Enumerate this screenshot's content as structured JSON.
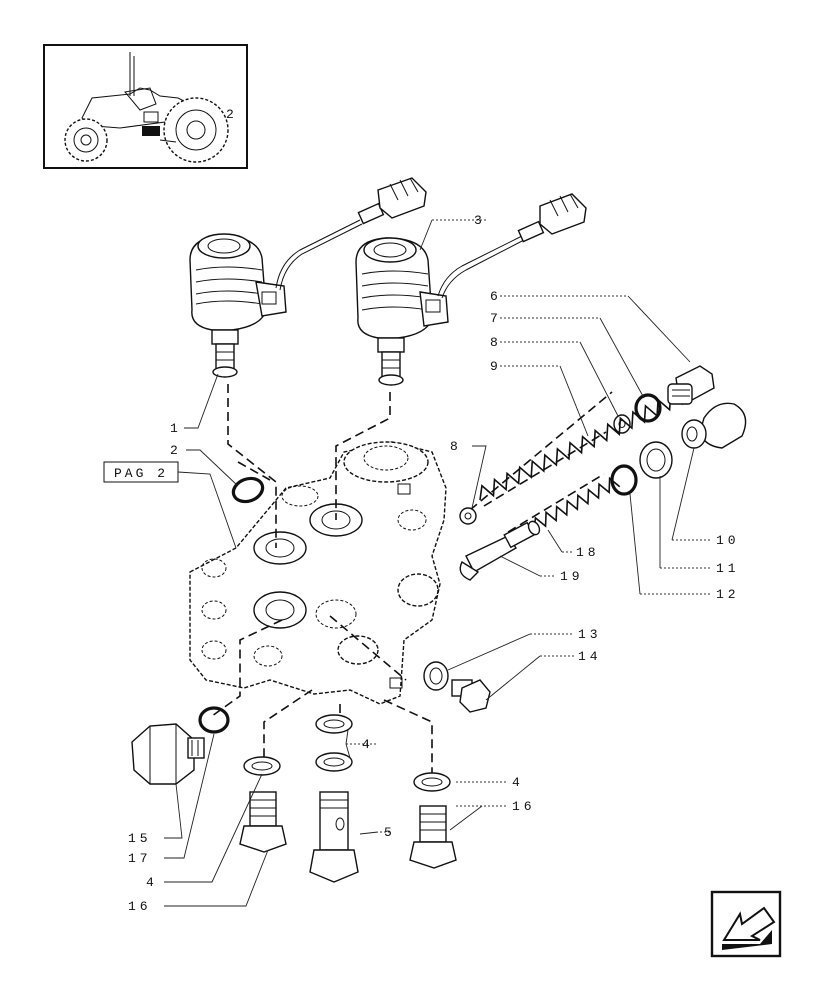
{
  "reference_box": {
    "text": "PAG 2"
  },
  "callouts": [
    {
      "id": "c1",
      "text": "1"
    },
    {
      "id": "c2",
      "text": "2"
    },
    {
      "id": "c3",
      "text": "3"
    },
    {
      "id": "c4a",
      "text": "4"
    },
    {
      "id": "c4b",
      "text": "4"
    },
    {
      "id": "c4c",
      "text": "4"
    },
    {
      "id": "c5",
      "text": "5"
    },
    {
      "id": "c6",
      "text": "6"
    },
    {
      "id": "c7",
      "text": "7"
    },
    {
      "id": "c8a",
      "text": "8"
    },
    {
      "id": "c8b",
      "text": "8"
    },
    {
      "id": "c9",
      "text": "9"
    },
    {
      "id": "c10",
      "text": "10"
    },
    {
      "id": "c11",
      "text": "11"
    },
    {
      "id": "c12",
      "text": "12"
    },
    {
      "id": "c13",
      "text": "13"
    },
    {
      "id": "c14",
      "text": "14"
    },
    {
      "id": "c15",
      "text": "15"
    },
    {
      "id": "c16a",
      "text": "16"
    },
    {
      "id": "c16b",
      "text": "16"
    },
    {
      "id": "c17",
      "text": "17"
    },
    {
      "id": "c18",
      "text": "18"
    },
    {
      "id": "c19",
      "text": "19"
    }
  ],
  "thumbnail": {
    "marker_text": "2"
  },
  "icons": {
    "thumbnail": "tractor-icon",
    "navigation": "back-arrow-icon"
  }
}
